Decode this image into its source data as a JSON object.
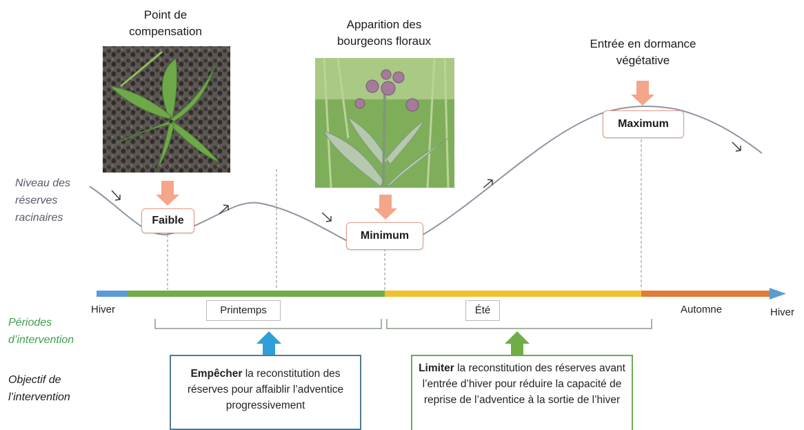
{
  "stages": {
    "compensation": "Point de\ncompensation",
    "flower_buds": "Apparition des\nbourgeons floraux",
    "dormancy": "Entrée en dormance\nvégétative"
  },
  "levels": {
    "low": "Faible",
    "minimum": "Minimum",
    "maximum": "Maximum"
  },
  "axis_labels": {
    "reserves": "Niveau des\nréserves\nracinaires",
    "periods": "Périodes\nd’intervention",
    "objective": "Objectif de\nl’intervention"
  },
  "seasons": {
    "winter_start": "Hiver",
    "spring": "Printemps",
    "summer": "Été",
    "autumn": "Automne",
    "winter_end": "Hiver"
  },
  "objectives": {
    "spring_keyword": "Empêcher",
    "spring_text": " la reconstitution des réserves pour affaiblir l’adventice progressivement",
    "summer_keyword": "Limiter",
    "summer_text": " la reconstitution des réserves avant l’entrée d’hiver pour réduire la capacité de reprise de l’adventice à la sortie de l’hiver"
  },
  "colors": {
    "winter": "#5b9bd5",
    "spring": "#70ad47",
    "summer": "#f2c12e",
    "autumn": "#e07b39",
    "curve": "#8e95a3",
    "salmon_arrow": "#f4a58a",
    "blue_arrow": "#2e9fd8",
    "green_arrow": "#70ad47",
    "periods_label": "#3f9e4e",
    "spring_box_border": "#4f7a94",
    "summer_box_border": "#6aab58"
  }
}
